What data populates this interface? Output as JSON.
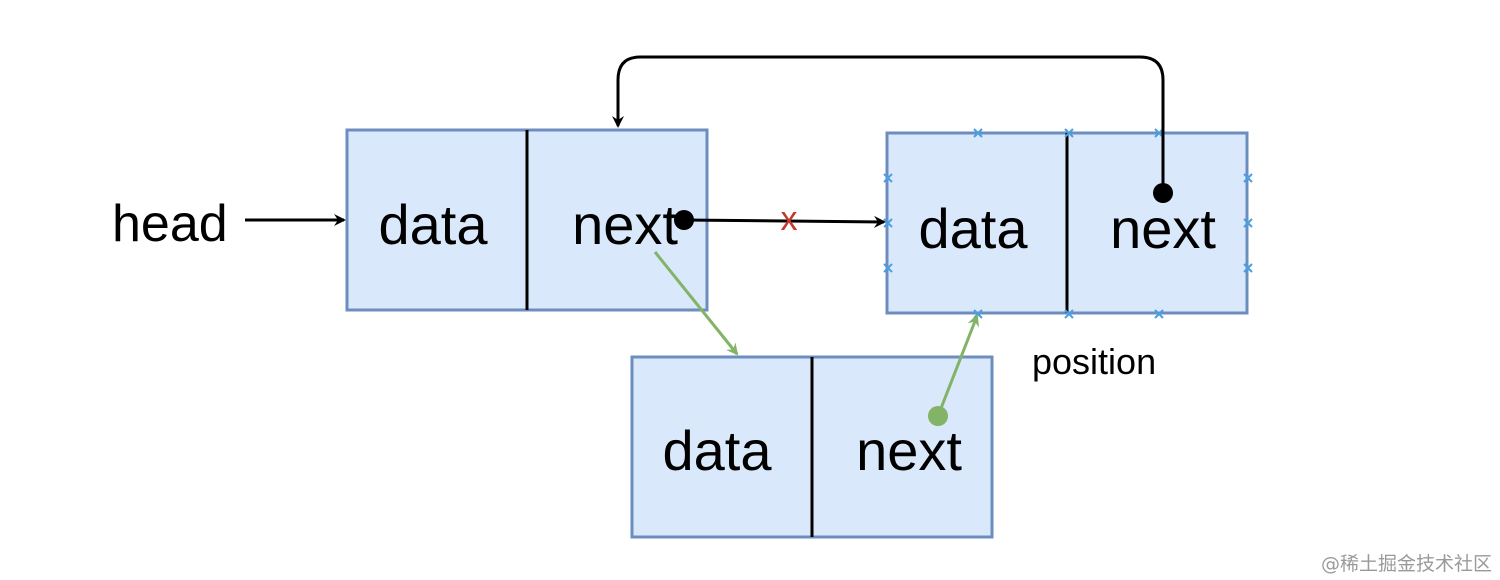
{
  "diagram": {
    "head_label": "head",
    "position_label": "position",
    "removed_mark": "x",
    "nodes": [
      {
        "id": "node-1",
        "data_label": "data",
        "next_label": "next"
      },
      {
        "id": "node-2",
        "data_label": "data",
        "next_label": "next"
      },
      {
        "id": "node-3",
        "data_label": "data",
        "next_label": "next"
      }
    ],
    "colors": {
      "node_fill": "#dae8fc",
      "node_stroke": "#6c8ebf",
      "link": "#000000",
      "new_link": "#82b366",
      "removed_mark": "#c0392b",
      "selection_handles": "#4a9fe0"
    }
  },
  "watermark": "@稀土掘金技术社区"
}
